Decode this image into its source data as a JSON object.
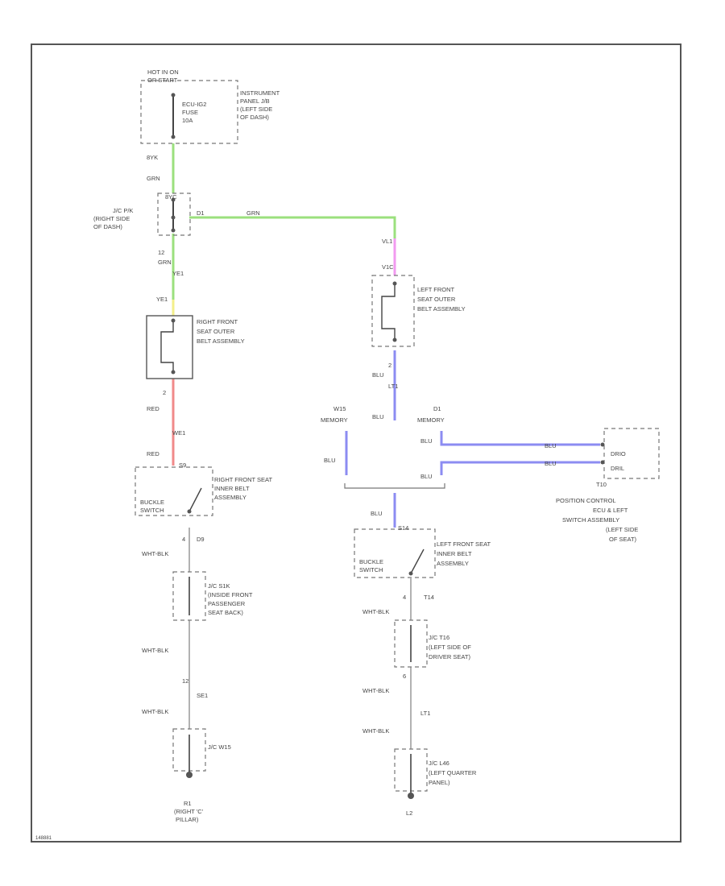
{
  "power_source": {
    "top1": "HOT IN ON",
    "top2": "OR START",
    "fuse": [
      "ECU-IG2",
      "FUSE",
      "10A"
    ],
    "location": [
      "INSTRUMENT",
      "PANEL J/B",
      "(LEFT SIDE",
      "OF DASH)"
    ],
    "pin_out": "8YK",
    "wire_color": "GRN"
  },
  "jc_right": {
    "name": [
      "J/C P/K",
      "(RIGHT SIDE",
      "OF DASH)"
    ],
    "pin_in": "8YC",
    "pin_branch": "D1",
    "pin_bottom": "12",
    "branch_wire": "GRN"
  },
  "right_feed": {
    "wire_color": "GRN",
    "connector": "YE1",
    "assembly_pin": "YE1"
  },
  "right_outer": {
    "name": [
      "RIGHT FRONT",
      "SEAT OUTER",
      "BELT ASSEMBLY"
    ],
    "pin_out": "2",
    "wire_color": "RED",
    "connector": "WE1",
    "wire_color_2": "RED"
  },
  "right_inner": {
    "pin_in": "S9",
    "switch_label": [
      "BUCKLE",
      "SWITCH"
    ],
    "name": [
      "RIGHT FRONT SEAT",
      "INNER BELT",
      "ASSEMBLY"
    ],
    "pin_out": "4",
    "connector": "D9",
    "wire_color": "WHT-BLK"
  },
  "jc_s1": {
    "name": [
      "J/C S1K",
      "(INSIDE FRONT",
      "PASSENGER",
      "SEAT BACK)"
    ],
    "wire_color": "WHT-BLK",
    "pin": "12",
    "connector": "SE1",
    "wire_color_2": "WHT-BLK"
  },
  "jc_w": {
    "name": "J/C W15",
    "ground": [
      "R1",
      "(RIGHT 'C'",
      "PILLAR)"
    ]
  },
  "left_feed": {
    "connector": "VL1",
    "pin": "V1C"
  },
  "left_outer": {
    "name": [
      "LEFT FRONT",
      "SEAT OUTER",
      "BELT ASSEMBLY"
    ],
    "pin_out": "2",
    "wire_color": "BLU",
    "connector": "LT1",
    "wire_color_2": "BLU"
  },
  "memory_block": {
    "label_left_top": "W15",
    "label_left": "MEMORY",
    "label_right_top": "D1",
    "label_right": "MEMORY",
    "wire_left": "BLU",
    "wire_right_top": "BLU",
    "wire_right_bottom": "BLU",
    "wire_bottom": "BLU"
  },
  "position_ecu": {
    "wire1": "BLU",
    "wire2": "BLU",
    "pins": [
      "DRIO",
      "DRIL"
    ],
    "connector": "T10",
    "name": [
      "POSITION CONTROL",
      "ECU & LEFT",
      "SWITCH ASSEMBLY",
      "(LEFT SIDE",
      "OF SEAT)"
    ]
  },
  "left_inner": {
    "pin_in": "S14",
    "switch_label": [
      "BUCKLE",
      "SWITCH"
    ],
    "name": [
      "LEFT FRONT SEAT",
      "INNER BELT",
      "ASSEMBLY"
    ],
    "pin_out": "4",
    "connector": "T14",
    "wire_color": "WHT-BLK"
  },
  "jc_t": {
    "name": [
      "J/C T16",
      "(LEFT SIDE OF",
      "DRIVER SEAT)"
    ],
    "pin": "6",
    "wire_color": "WHT-BLK",
    "connector": "LT1",
    "wire_color_2": "WHT-BLK"
  },
  "jc_l": {
    "name": [
      "J/C L46",
      "(LEFT QUARTER",
      "PANEL)"
    ],
    "ground": "L2"
  },
  "footer": {
    "code": "148881"
  },
  "colors": {
    "wire_green": "#9be07e",
    "wire_yellow": "#f3ef8a",
    "wire_red": "#f08a8a",
    "wire_pink": "#f29af0",
    "wire_blue": "#8c8cf2",
    "wire_black": "#666666",
    "frame": "#555555"
  }
}
